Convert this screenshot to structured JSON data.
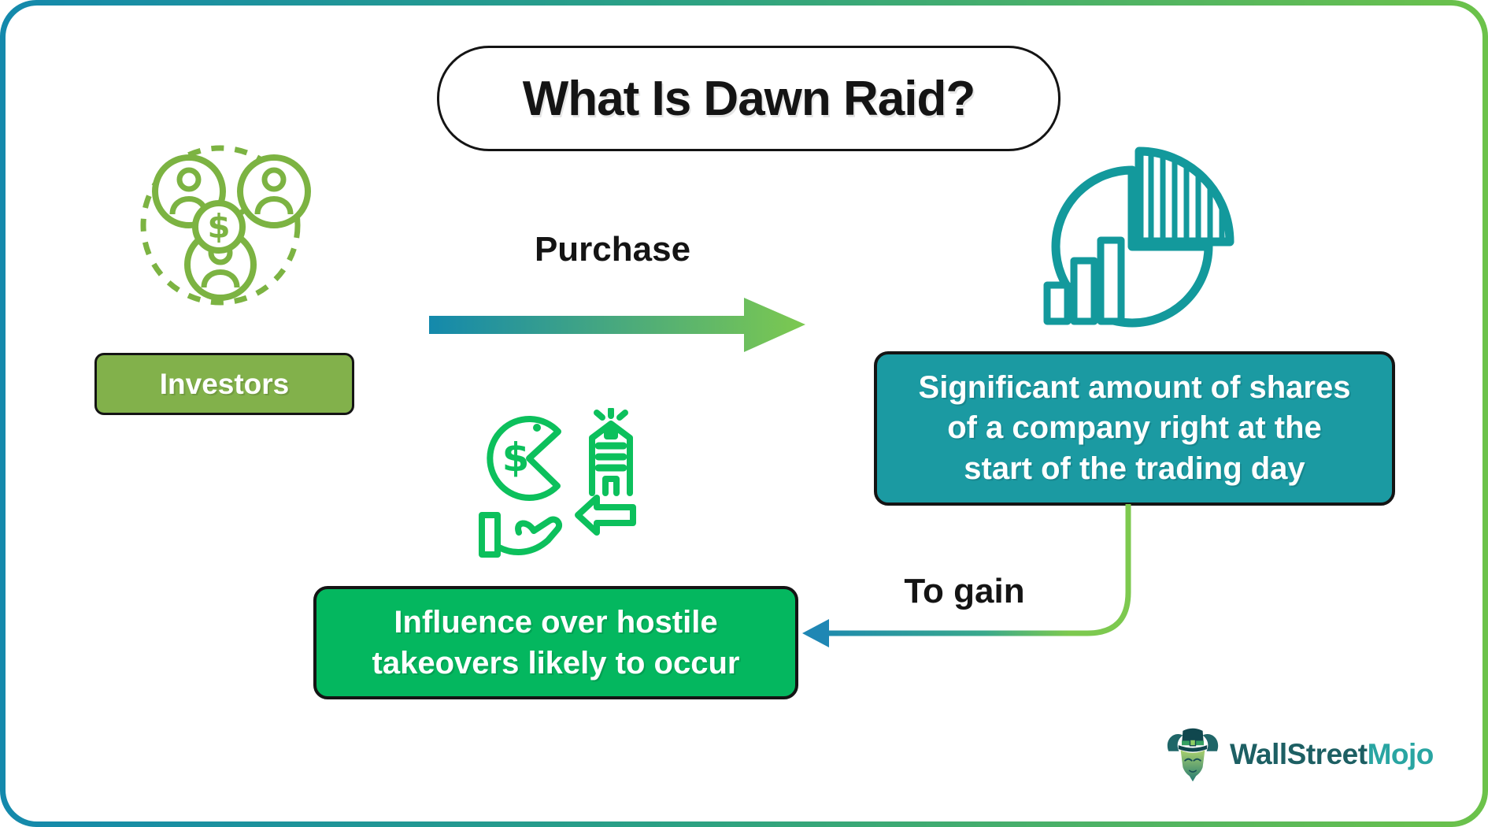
{
  "title": {
    "text": "What Is Dawn Raid?"
  },
  "flow": {
    "investors_label": "Investors",
    "purchase_label": "Purchase",
    "shares_text": "Significant amount of shares\nof a company right at the\nstart of the trading day",
    "to_gain_label": "To gain",
    "influence_text": "Influence over hostile\ntakeovers likely to occur",
    "dollar_symbol": "$"
  },
  "icons": {
    "investors": "investors-network-icon",
    "shares": "pie-bar-chart-icon",
    "takeover": "money-building-exchange-icon",
    "purchase_arrow": "purchase-arrow",
    "gain_arrow": "to-gain-connector-arrow",
    "logo_bull": "wallstreetmojo-bull-icon"
  },
  "logo": {
    "brand_part1": "WallStreet",
    "brand_part2": "Mojo"
  },
  "colors": {
    "frame_teal": "#1489ac",
    "frame_green": "#6cc24a",
    "olive_green_box": "#82b14b",
    "teal_box": "#1b9aa2",
    "green_box": "#04b75f",
    "icon_olive": "#7cb342",
    "icon_teal": "#13999c",
    "icon_green": "#0cc05c",
    "arrow_gradient_start": "#1489ac",
    "arrow_gradient_end": "#7dc94f",
    "text_dark": "#141414",
    "logo_dark_teal": "#1d5f63",
    "logo_teal": "#29a5a2"
  }
}
